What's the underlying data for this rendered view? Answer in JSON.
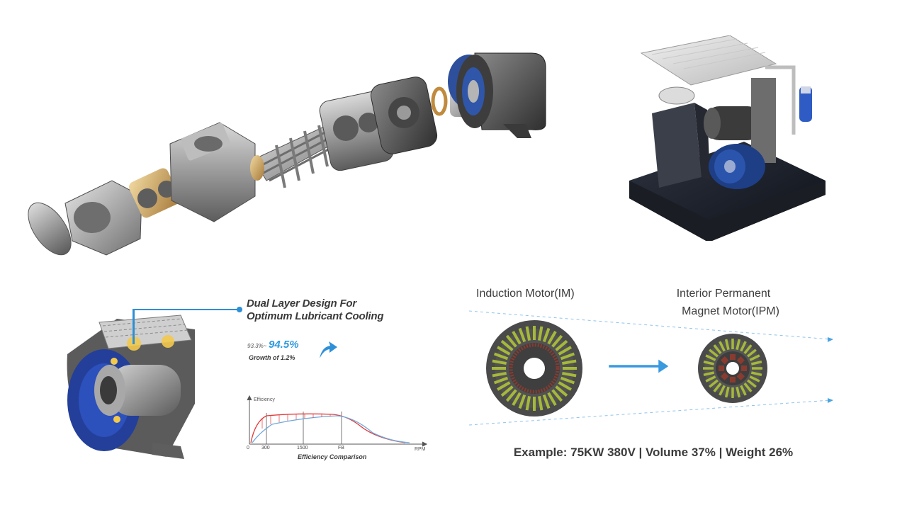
{
  "feature": {
    "title_line1": "Dual Layer Design For",
    "title_line2": "Optimum Lubricant Cooling",
    "efficiency_from": "93.3%~",
    "efficiency_to": "94.5%",
    "growth": "Growth of 1.2%"
  },
  "chart_data": {
    "type": "line",
    "title": "Efficiency Comparison",
    "ylabel": "Efficiency",
    "xlabel": "RPM",
    "x_ticks": [
      "0",
      "300",
      "1500",
      "FB"
    ]
  },
  "comparison": {
    "left_label": "Induction Motor(IM)",
    "right_label_line1": "Interior Permanent",
    "right_label_line2": "Magnet Motor(IPM)",
    "example": "Example: 75KW 380V | Volume 37% | Weight 26%"
  },
  "colors": {
    "accent_blue": "#2d8fd5",
    "ipm_curve": "#e23b3b",
    "im_curve": "#6fa8dc",
    "stator_green": "#a6b83a",
    "rotor_red": "#8a3b2f"
  }
}
